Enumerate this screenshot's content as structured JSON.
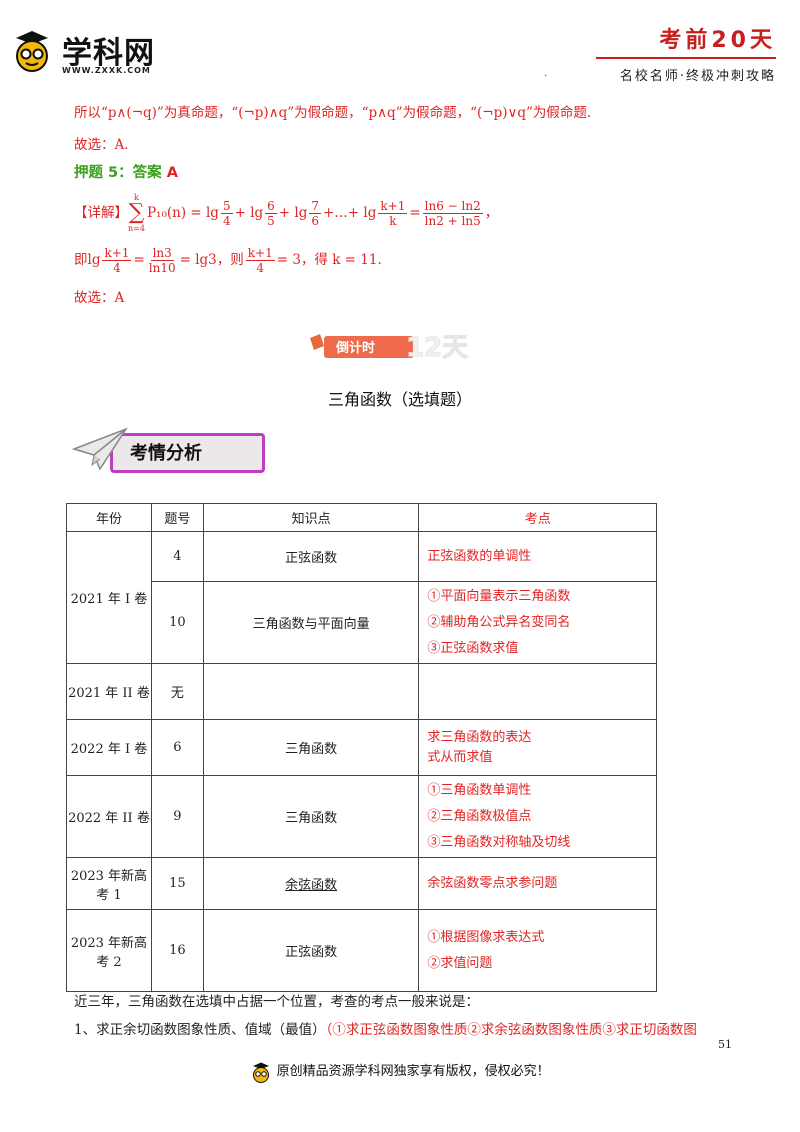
{
  "header": {
    "logo_text": "学科网",
    "logo_url": "WWW.ZXXK.COM",
    "days": "考前20天",
    "subtitle": "名校名师·终极冲刺攻略",
    "dot": "."
  },
  "lines": {
    "l1": "所以“p∧(¬q)”为真命题，“(¬p)∧q”为假命题，“p∧q”为假命题，“(¬p)∨q”为假命题.",
    "l2": "故选：A.",
    "l3_label": "押题 5：答案 ",
    "l3_answer": "A",
    "l4_label": "【详解】",
    "l4_sum_top": "k",
    "l4_sum_bottom": "n=4",
    "l4_expr1": "P₁₀(n) = lg",
    "l4_f1n": "5",
    "l4_f1d": "4",
    "l4_plus1": "+ lg",
    "l4_f2n": "6",
    "l4_f2d": "5",
    "l4_plus2": "+ lg",
    "l4_f3n": "7",
    "l4_f3d": "6",
    "l4_plus3": "+…+ lg",
    "l4_f4n": "k+1",
    "l4_f4d": "k",
    "l4_eq": "=",
    "l4_f5n": "ln6 − ln2",
    "l4_f5d": "ln2 + ln5",
    "l4_end": "，",
    "l5_a": "即lg",
    "l5_f1n": "k+1",
    "l5_f1d": "4",
    "l5_eq": "=",
    "l5_f2n": "ln3",
    "l5_f2d": "ln10",
    "l5_b": "= lg3，则",
    "l5_f3n": "k+1",
    "l5_f3d": "4",
    "l5_c": "= 3，得 k = 11.",
    "l6": "故选：A"
  },
  "banner": {
    "text": "倒计时",
    "number": "12天"
  },
  "section_title": "三角函数（选填题）",
  "badge": "考情分析",
  "table": {
    "headers": [
      "年份",
      "题号",
      "知识点",
      "考点"
    ],
    "rows": [
      {
        "year": "2021 年 I 卷",
        "no": "4",
        "topic": "正弦函数",
        "points": [
          "正弦函数的单调性"
        ]
      },
      {
        "no": "10",
        "topic": "三角函数与平面向量",
        "points": [
          "①平面向量表示三角函数",
          "②辅助角公式异名变同名",
          "③正弦函数求值"
        ]
      },
      {
        "year": "2021 年 II 卷",
        "no": "无",
        "topic": "",
        "points": []
      },
      {
        "year": "2022 年 I 卷",
        "no": "6",
        "topic": "三角函数",
        "points": [
          "求三角函数的表达",
          "式从而求值"
        ]
      },
      {
        "year": "2022 年 II 卷",
        "no": "9",
        "topic": "三角函数",
        "points": [
          "①三角函数单调性",
          "②三角函数极值点",
          "③三角函数对称轴及切线"
        ]
      },
      {
        "year": "2023 年新高考 1",
        "no": "15",
        "topic": "余弦函数",
        "points": [
          "余弦函数零点求参问题"
        ]
      },
      {
        "year": "2023 年新高考 2",
        "no": "16",
        "topic": "正弦函数",
        "points": [
          "①根据图像求表达式",
          "②求值问题"
        ]
      }
    ]
  },
  "footer": {
    "summary": "近三年，三角函数在选填中占据一个位置，考查的考点一般来说是：",
    "item1_a": "1、求正余切函数图象性质、值域（最值）",
    "item1_b": "（①求正弦函数图象性质②求余弦函数图象性质③求正切函数图",
    "page": "51",
    "copyright": "原创精品资源学科网独家享有版权，侵权必究！"
  }
}
